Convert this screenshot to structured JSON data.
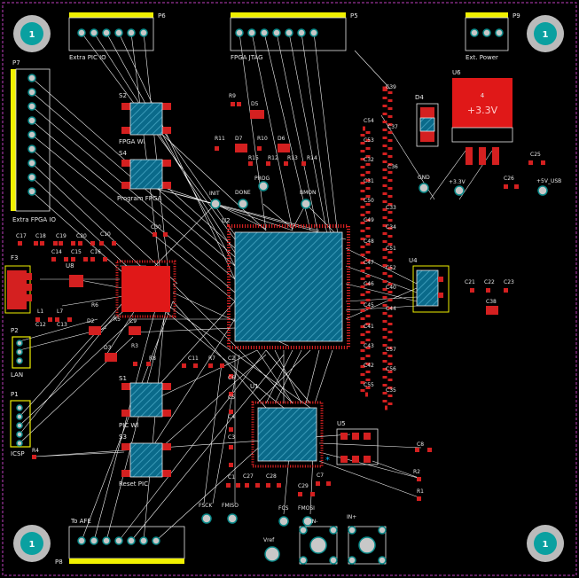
{
  "board": {
    "outline_color": "#c040c0",
    "silk_color": "#f0f000",
    "copper_color": "#d42020",
    "pad_color": "#00a0a0"
  },
  "mounting_holes": [
    "1",
    "1",
    "1",
    "1"
  ],
  "headers": {
    "p6": {
      "ref": "P6",
      "label": "Extra PIC IO"
    },
    "p5": {
      "ref": "P5",
      "label": "FPGA JTAG"
    },
    "p9": {
      "ref": "P9",
      "label": "Ext. Power"
    },
    "p7": {
      "ref": "P7",
      "label": "Extra FPGA IO"
    },
    "p8": {
      "ref": "P8",
      "label": "To AFE"
    },
    "p2": {
      "ref": "P2",
      "label": "LAN"
    },
    "p1": {
      "ref": "P1",
      "label": "ICSP"
    },
    "f3": {
      "ref": "F3"
    }
  },
  "regulator": {
    "ref": "U6",
    "label": "+3.3V",
    "sub": "4"
  },
  "switches": {
    "s2": {
      "ref": "S2",
      "label": "FPGA Wl"
    },
    "s4": {
      "ref": "S4",
      "label": "Program FPGA"
    },
    "s1": {
      "ref": "S1",
      "label": "PIC Wl"
    },
    "s3": {
      "ref": "S3",
      "label": "Reset PIC"
    }
  },
  "test_points": {
    "init": "INIT",
    "done": "DONE",
    "prog": "PROG",
    "bmon": "BMON",
    "gnd": "GND",
    "v33": "+3.3V",
    "v5usb": "+5V_USB",
    "fsck": "FSCK",
    "fmiso": "FMISO",
    "fcs": "FCS",
    "fmosi": "FMOSI",
    "vref": "Vref",
    "inplus": "IN+",
    "inminus": "IN-"
  },
  "ics": {
    "u2": "U2",
    "u1": "U1",
    "u4": "U4",
    "u5": "U5",
    "u8": "U8",
    "d4": "D4"
  },
  "refdes": {
    "c17": "C17",
    "c18": "C18",
    "c19": "C19",
    "c20": "C20",
    "c10": "C10",
    "c14": "C14",
    "c15": "C15",
    "c16": "C16",
    "c30": "C30",
    "l1": "L1",
    "l7": "L7",
    "c12": "C12",
    "c13": "C13",
    "r6": "R6",
    "d2": "D2",
    "r5": "R5",
    "c9": "C9",
    "d3": "D3",
    "r3": "R3",
    "r8": "R8",
    "c11": "C11",
    "r7": "R7",
    "c2": "C2",
    "c6": "C6",
    "c5": "C5",
    "c4": "C4",
    "c3": "C3",
    "c1": "C1",
    "c27": "C27",
    "c28": "C28",
    "c29": "C29",
    "r4": "R4",
    "r9": "R9",
    "d5": "D5",
    "r11": "R11",
    "d7": "D7",
    "r10": "R10",
    "d6": "D6",
    "r15": "R15",
    "r12": "R12",
    "r13": "R13",
    "r14": "R14",
    "c39": "C39",
    "c37": "C37",
    "c54": "C54",
    "c53": "C53",
    "c32": "C32",
    "c36": "C36",
    "c31": "C31",
    "c50": "C50",
    "c33": "C33",
    "c49": "C49",
    "c34": "C34",
    "c51": "C51",
    "c47": "C47",
    "c48": "C48",
    "c46": "C46",
    "c52": "C52",
    "c40": "C40",
    "c45": "C45",
    "c44": "C44",
    "c41": "C41",
    "c43": "C43",
    "c57": "C57",
    "c42": "C42",
    "c56": "C56",
    "c35": "C35",
    "c55": "C55",
    "c25": "C25",
    "c26": "C26",
    "c21": "C21",
    "c22": "C22",
    "c23": "C23",
    "c38": "C38",
    "c8": "C8",
    "r2": "R2",
    "r1": "R1",
    "c7": "C7"
  }
}
